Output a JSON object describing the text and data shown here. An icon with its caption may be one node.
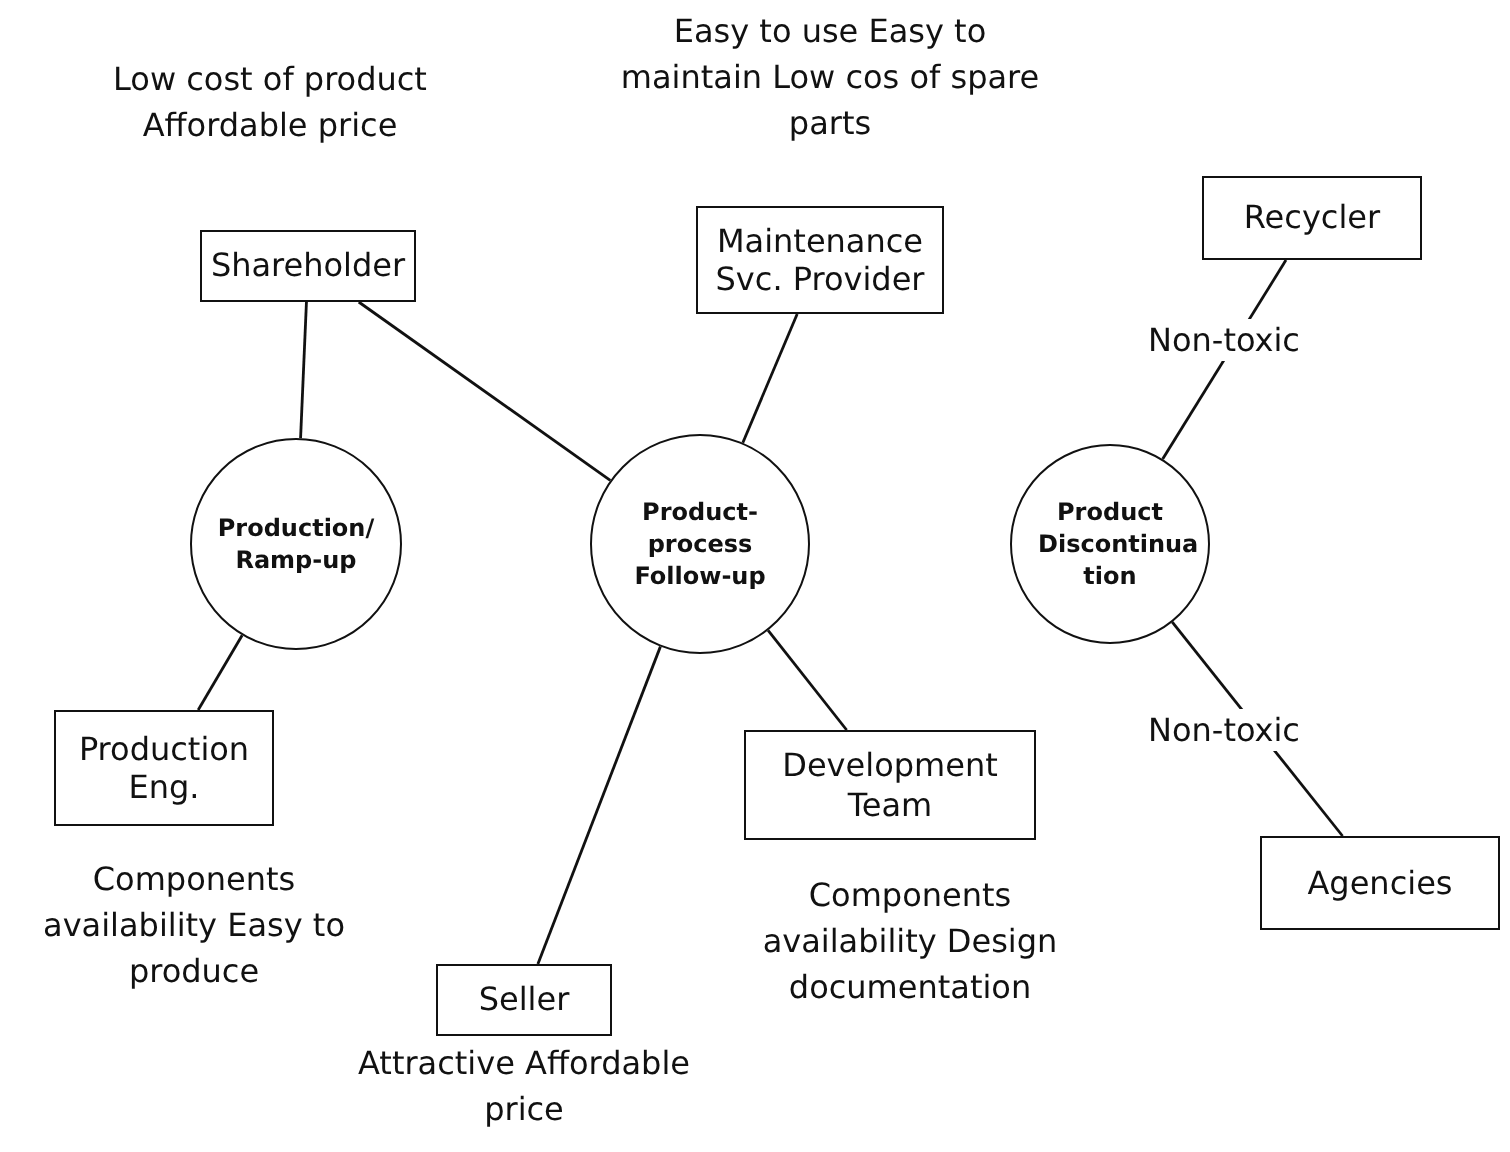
{
  "diagram": {
    "nodes": [
      {
        "text": [
          "Shareholder"
        ],
        "beside": [
          "Low cost of product Affordable price"
        ]
      },
      {
        "text": [
          "Production/ Ramp-up"
        ]
      },
      {
        "text": [
          "Production Eng."
        ],
        "beside": [
          "Components availability Easy to produce"
        ]
      },
      {
        "text": [
          "Product- process Follow-up"
        ]
      },
      {
        "text": [
          "Maintenance Svc. Provider"
        ],
        "beside": [
          "Easy to use Easy to maintain Low cos of spare parts"
        ]
      },
      {
        "text": [
          "Seller"
        ],
        "beside": [
          "Attractive Affordable price"
        ]
      },
      {
        "text": [
          "Development Team"
        ],
        "beside": [
          "Components availability Design documentation"
        ]
      },
      {
        "text": [
          "Recycler"
        ]
      },
      {
        "text": [
          "Product Discontinua tion"
        ]
      },
      {
        "text": [
          "Agencies"
        ]
      }
    ],
    "edges": [
      {
        "from": 0,
        "to": 1,
        "arrow": "none"
      },
      {
        "from": 1,
        "to": 2,
        "arrow": "none"
      },
      {
        "from": 0,
        "to": 3,
        "arrow": "none"
      },
      {
        "from": 4,
        "to": 3,
        "arrow": "none"
      },
      {
        "from": 3,
        "to": 5,
        "arrow": "none"
      },
      {
        "from": 3,
        "to": 6,
        "arrow": "none"
      },
      {
        "from": 7,
        "to": 8,
        "arrow": "none",
        "label": "Non-toxic"
      },
      {
        "from": 8,
        "to": 9,
        "arrow": "none",
        "label": "Non-toxic"
      }
    ]
  }
}
